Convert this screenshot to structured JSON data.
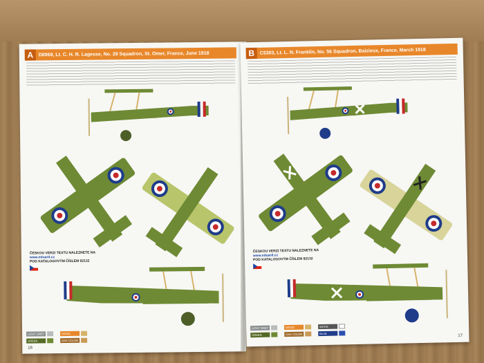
{
  "colors": {
    "green": "#6e8a34",
    "light_green": "#b8c56a",
    "orange": "#e8872a",
    "roundel_blue": "#1f3c8a",
    "roundel_red": "#c62a2a",
    "wood": "#d6b36a"
  },
  "left": {
    "profile_letter": "A",
    "title": "D8969, Lt. C. H. R. Lagesse, No. 29 Squadron, St. Omer, France, June 1918",
    "czech": [
      "ČESKOU VERZI TEXTU NALEZNETE NA",
      "www.eduard.cz",
      "POD KATALOGOVÝM ČÍSLEM 82132"
    ],
    "legend": [
      "LIGHT GREY",
      "WOOD",
      "GREEN",
      "OAK COLOR"
    ],
    "page_number": "16"
  },
  "right": {
    "profile_letter": "B",
    "title": "C5303, Lt. L. N. Franklin, No. 56 Squadron, Baizieux, France, March 1918",
    "czech": [
      "ČESKOU VERZI TEXTU NALEZNETE NA",
      "www.eduard.cz",
      "POD KATALOGOVÝM ČÍSLEM 82132"
    ],
    "legend": [
      "LIGHT GREY",
      "WOOD",
      "WHITE",
      "GREEN",
      "OAK COLOR",
      "BLUE"
    ],
    "page_number": "17"
  }
}
